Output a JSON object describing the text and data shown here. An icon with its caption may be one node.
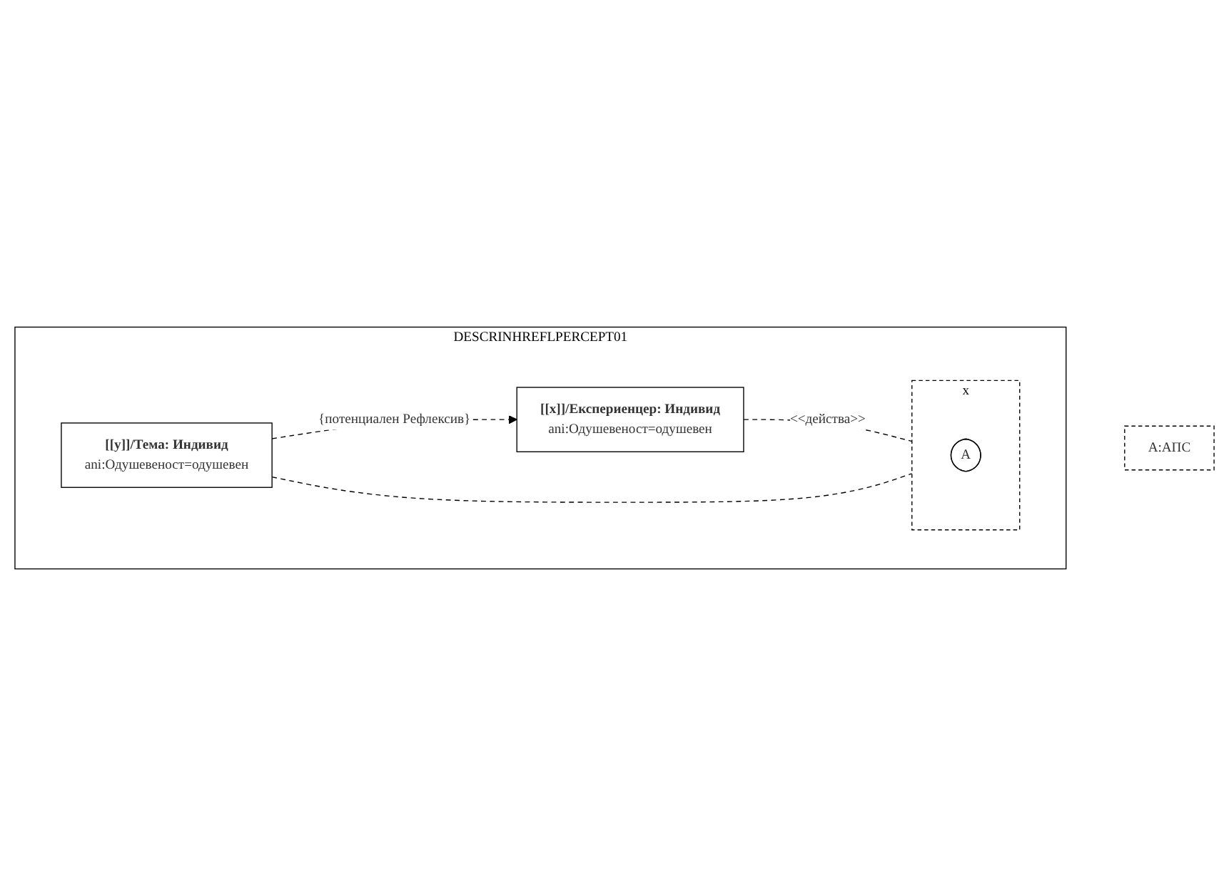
{
  "diagram": {
    "nodes": [
      {
        "text": [
          "DESCRINHREFLPERCEPT01"
        ]
      },
      {
        "text": [
          "A:АПС"
        ]
      },
      {
        "text": [
          "[[x]]/Експериенцер: Индивид",
          "ani:Одушевеност=одушевен"
        ],
        "in": 0
      },
      {
        "text": [
          "[[y]]/Тема: Индивид",
          "ani:Одушевеност=одушевен"
        ],
        "in": 0
      },
      {
        "text": [
          "x"
        ],
        "in": 0
      },
      {
        "text": [
          "A"
        ],
        "in": 4
      }
    ],
    "edges": [
      {
        "from": 3,
        "to": 2,
        "arrow": "to",
        "style": "dashed",
        "label": "{потенциален Рефлексив}"
      },
      {
        "from": 2,
        "to": 4,
        "arrow": "none",
        "style": "dashed",
        "label": "<<действа>>"
      },
      {
        "from": 3,
        "to": 4,
        "arrow": "none",
        "style": "dashed"
      }
    ]
  }
}
